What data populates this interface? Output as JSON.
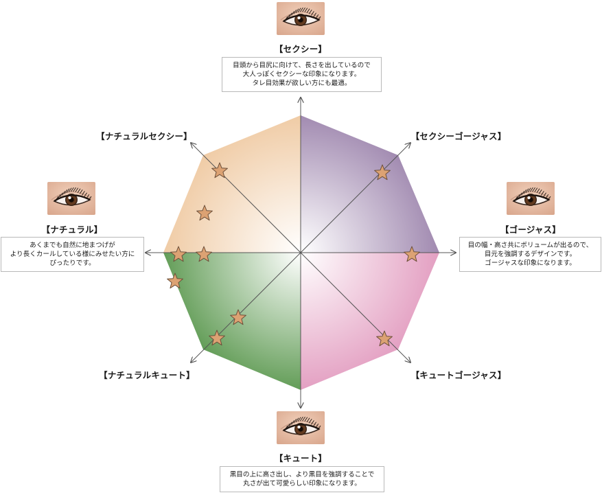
{
  "colors": {
    "sexy": "#9d85ad",
    "gorgeous": "#d9a3c0",
    "cute_gorgeous": "#e29bbf",
    "natural_cute": "#5b984f",
    "natural": "#dfb28b",
    "natural_sexy": "#efc9a1",
    "star_fill": "#dca273",
    "star_stroke": "#6b4f3a",
    "axis": "#555555"
  },
  "icons": {
    "eye_photo": "eye-photo-icon",
    "marker": "star-icon"
  },
  "labels": {
    "sexy": "【セクシー】",
    "sexy_gorgeous": "【セクシーゴージャス】",
    "gorgeous": "【ゴージャス】",
    "cute_gorgeous": "【キュートゴージャス】",
    "cute": "【キュート】",
    "natural_cute": "【ナチュラルキュート】",
    "natural": "【ナチュラル】",
    "natural_sexy": "【ナチュラルセクシー】"
  },
  "descriptions": {
    "sexy": [
      "目頭から目尻に向けて、長さを出しているので",
      "大人っぽくセクシーな印象になります。",
      "タレ目効果が欲しい方にも最適。"
    ],
    "gorgeous": [
      "目の幅・高さ共にボリュームが出るので、",
      "目元を強調するデザインです。",
      "ゴージャスな印象になります。"
    ],
    "cute": [
      "黒目の上に高さ出し、より黒目を強調することで",
      "丸さが出て可愛らしい印象になります。"
    ],
    "natural": [
      "あくまでも自然に地まつげが",
      "より長くカールしている様にみせたい方に",
      "ぴったりです。"
    ]
  }
}
